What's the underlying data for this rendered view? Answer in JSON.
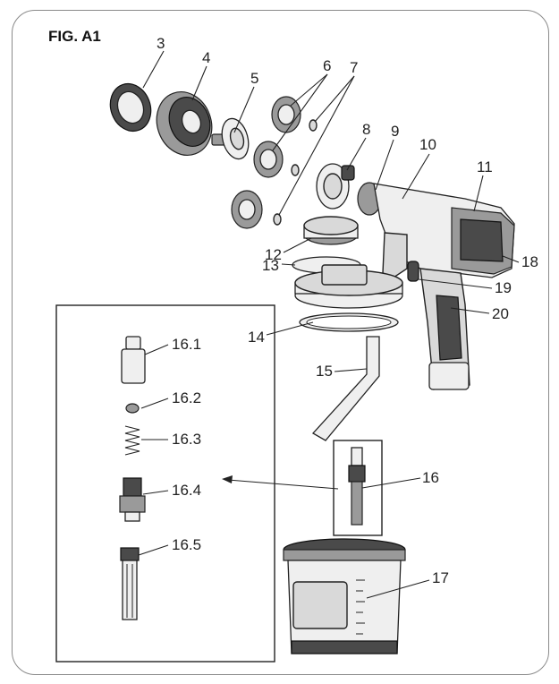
{
  "figure": {
    "title": "FIG. A1"
  },
  "labels": {
    "p3": "3",
    "p4": "4",
    "p5": "5",
    "p6": "6",
    "p7": "7",
    "p8": "8",
    "p9": "9",
    "p10": "10",
    "p11": "11",
    "p12": "12",
    "p13": "13",
    "p14": "14",
    "p15": "15",
    "p16": "16",
    "p17": "17",
    "p18": "18",
    "p19": "19",
    "p20": "20",
    "p16_1": "16.1",
    "p16_2": "16.2",
    "p16_3": "16.3",
    "p16_4": "16.4",
    "p16_5": "16.5"
  }
}
